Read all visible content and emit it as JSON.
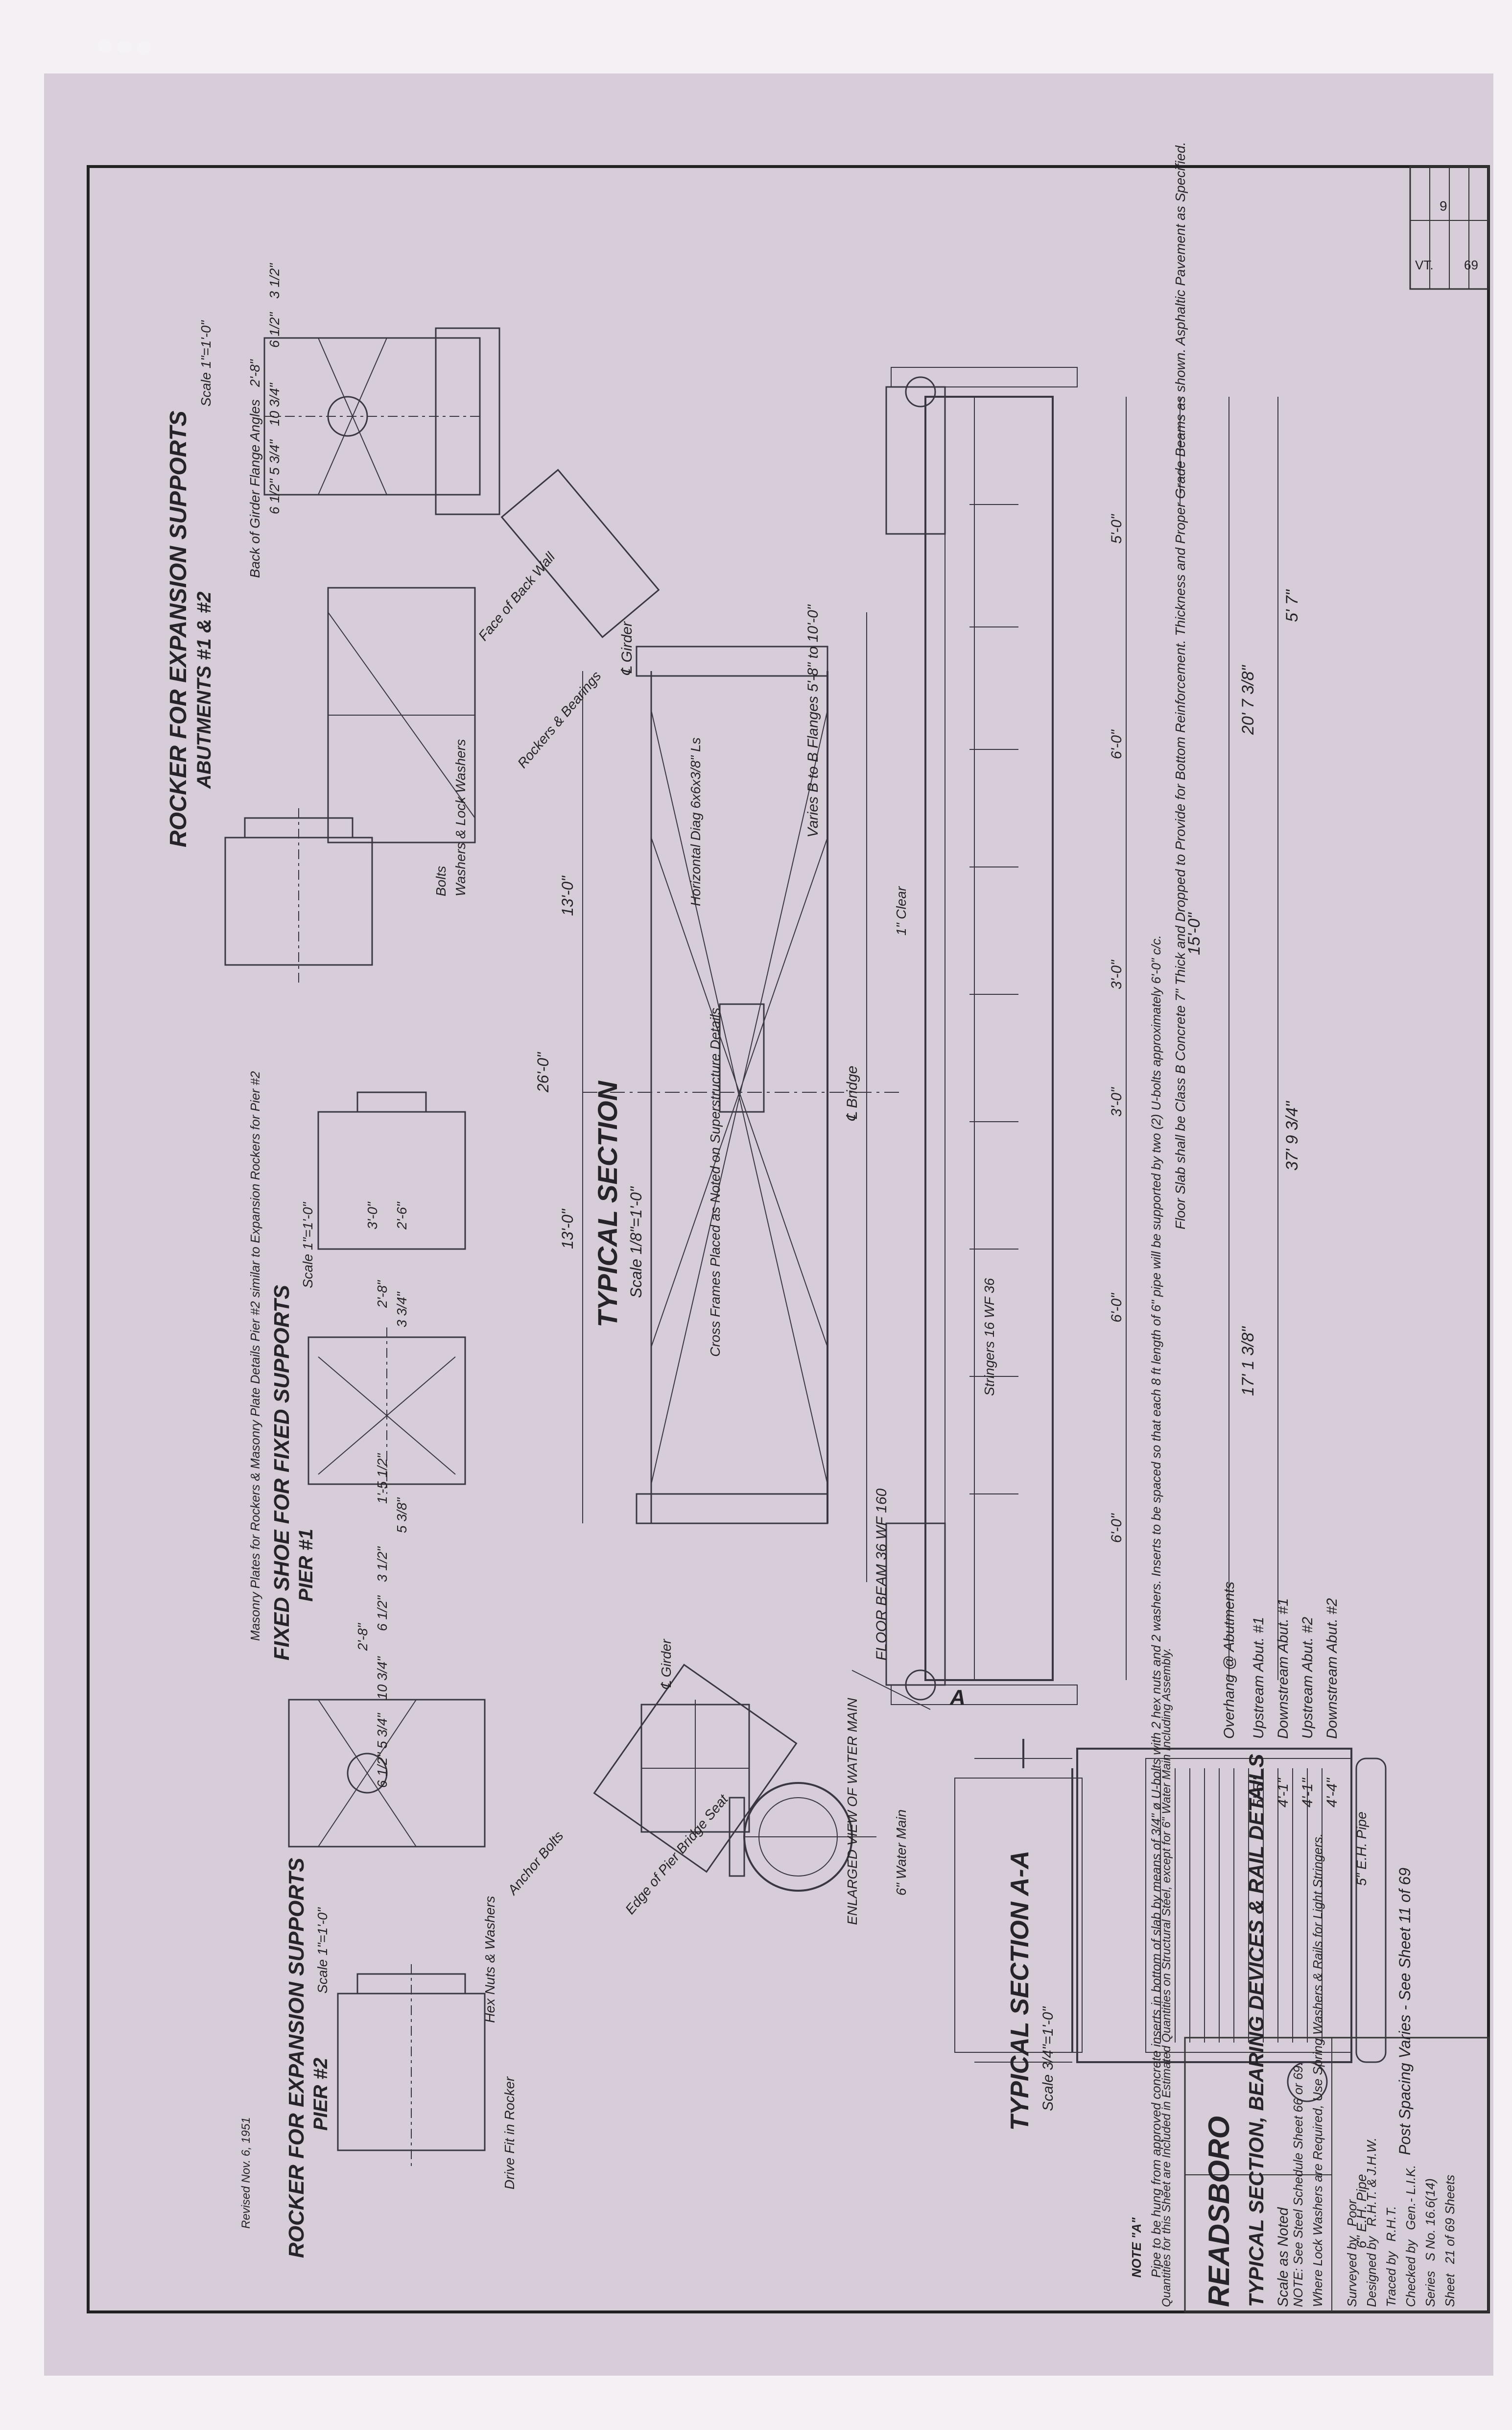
{
  "title_block": {
    "place": "READSBORO",
    "title": "TYPICAL SECTION, BEARING DEVICES & RAIL DETAILS",
    "scale_note": "Scale as Noted",
    "state": "VT.",
    "sheet_no": "9",
    "total_sheets": "69",
    "quantities_note": "Quantities for this Sheet are Included in Estimated Quantities on Structural Steel, except for 6\" Water Main Including Assembly.",
    "surveyed_by_label": "Surveyed by",
    "surveyed_by": "Poor",
    "designed_by_label": "Designed by",
    "designed_by": "R.H.T. & J.H.W.",
    "traced_by_label": "Traced by",
    "traced_by": "R.H.T.",
    "checked_by_label": "Checked by",
    "checked_by": "Gen.- L.I.K.",
    "series_label": "Series",
    "series": "S  No. 16.6(14)",
    "sheet_label": "Sheet",
    "sheet": "21 of 69 Sheets",
    "note_a": "NOTE: See Steel Schedule Sheet 66 or 69.",
    "note_b": "Where Lock Washers are Required, Use Spring Washers & Rails for Light Stringers."
  },
  "typical_section": {
    "title": "TYPICAL SECTION",
    "scale": "Scale 1/8\"=1'-0\"",
    "floor_note": "Floor Slab shall be Class B Concrete 7\" Thick and Dropped to Provide for Bottom Reinforcement. Thickness and Proper Grade Beams as shown. Asphaltic Pavement as Specified.",
    "floor_beam": "FLOOR BEAM 36 WF 160",
    "stringers": "Stringers 16 WF 36",
    "dims_top": [
      "5' 7\"",
      "20' 7 3/8\"",
      "15'-0\"",
      "37' 9 3/4\"",
      "17' 1 3/8\""
    ],
    "dims_stations": [
      "5'-0\"",
      "6'-0\"",
      "3'-0\"",
      "3'-0\"",
      "6'-0\"",
      "6'-0\""
    ],
    "flange_varies": "Varies B to B Flanges 5'-8\" to 10'-0\"",
    "girder_label": "℄ Girder",
    "bridge_label": "℄ Bridge",
    "span_dims": [
      "13'-0\"",
      "13'-0\"",
      "26'-0\""
    ],
    "clear": "1\" Clear",
    "horizontal_diag": "Horizontal Diag 6x6x3/8\" Ls",
    "cross_frame": "Cross Frames Placed as Noted on Superstructure Details"
  },
  "typical_section_aa": {
    "title": "TYPICAL SECTION A-A",
    "scale": "Scale 3/4\"=1'-0\"",
    "post_spacing": "Post Spacing Varies - See Sheet 11 of 69",
    "pipe_rail": "5\" E.H. Pipe",
    "pipe_rail2": "6\" E.H. Pipe",
    "overhang_title": "Overhang @ Abutments",
    "overhang_rows": [
      {
        "label": "Upstream Abut. #1",
        "value": "5'-5\""
      },
      {
        "label": "Downstream Abut. #1",
        "value": "4'-1\""
      },
      {
        "label": "Upstream Abut. #2",
        "value": "4'-1\""
      },
      {
        "label": "Downstream Abut. #2",
        "value": "4'-4\""
      }
    ],
    "note_title": "NOTE \"A\"",
    "note_text": "Pipe to be hung from approved concrete inserts in bottom of slab by means of 3/4\" ø U-bolts with 2 hex nuts and 2 washers. Inserts to be spaced so that each 8 ft length of 6\" pipe will be supported by two (2) U-bolts approximately 6'-0\" c/c.",
    "enlarged": "ENLARGED VIEW OF WATER MAIN",
    "water_main": "6\" Water Main"
  },
  "rocker_abut": {
    "title": "ROCKER FOR EXPANSION SUPPORTS",
    "subtitle": "ABUTMENTS #1 & #2",
    "scale": "Scale 1\"=1'-0\"",
    "dims": [
      "2'-8\"",
      "3 1/2\"",
      "6 1/2\"",
      "10 3/4\"",
      "5 3/4\"",
      "6 1/2\""
    ],
    "labels": [
      "Back of Girder Flange Angles",
      "Face of Back Wall",
      "Bolts",
      "Washers & Lock Washers",
      "Rockers & Bearings"
    ]
  },
  "fixed_shoe": {
    "title": "FIXED SHOE FOR FIXED SUPPORTS",
    "subtitle": "PIER #1",
    "scale": "Scale 1\"=1'-0\"",
    "dims": [
      "2'-8\"",
      "3'-0\"",
      "2'-6\"",
      "1'-5 1/2\"",
      "3 3/4\"",
      "5 3/8\""
    ],
    "note": "Masonry Plates for Rockers & Masonry Plate Details Pier #2 similar to Expansion Rockers for Pier #2"
  },
  "rocker_pier": {
    "title": "ROCKER FOR EXPANSION SUPPORTS",
    "subtitle": "PIER #2",
    "scale": "Scale 1\"=1'-0\"",
    "dims": [
      "2'-8\"",
      "3 1/2\"",
      "6 1/2\"",
      "10 3/4\"",
      "5 3/4\"",
      "6 1/2\""
    ],
    "labels": [
      "Edge of Pier Bridge Seat",
      "℄ Girder",
      "Anchor Bolts",
      "Hex Nuts & Washers",
      "Drive Fit in Rocker"
    ]
  },
  "section_marker": "A",
  "revision_note": "Revised Nov. 6, 1951"
}
